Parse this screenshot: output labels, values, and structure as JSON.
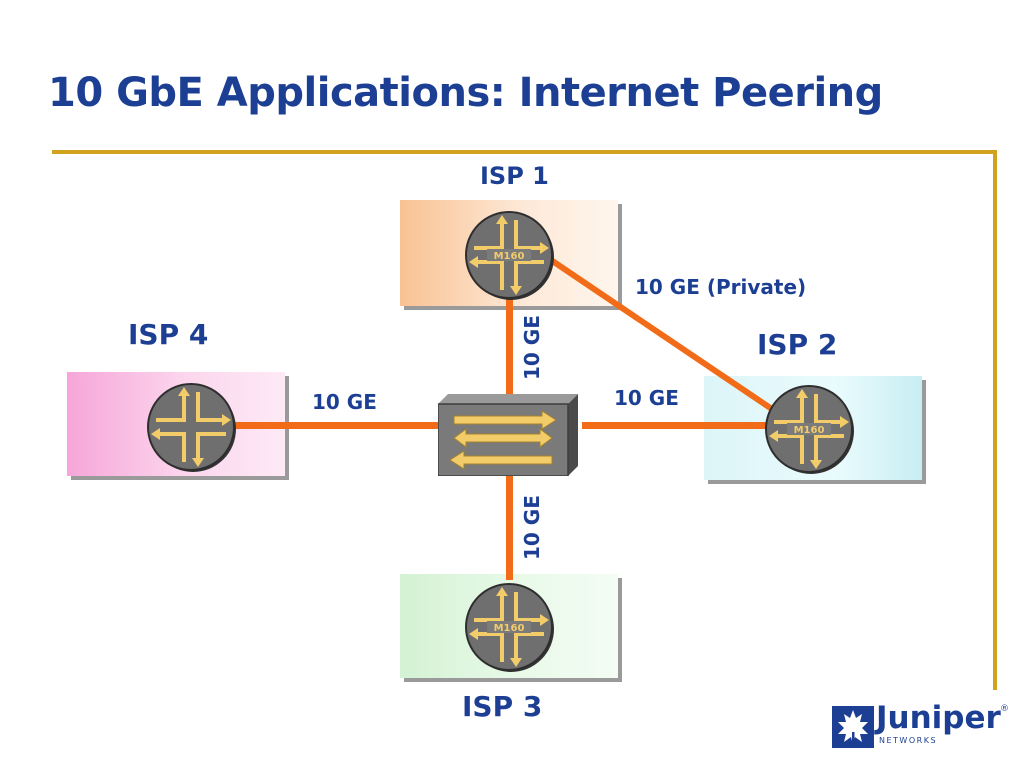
{
  "slide": {
    "title": "10 GbE Applications: Internet Peering"
  },
  "isps": {
    "isp1": {
      "label": "ISP 1",
      "router_model": "M160"
    },
    "isp2": {
      "label": "ISP 2",
      "router_model": "M160"
    },
    "isp3": {
      "label": "ISP 3",
      "router_model": "M160"
    },
    "isp4": {
      "label": "ISP 4",
      "router_model": ""
    }
  },
  "links": {
    "isp4_to_switch": "10 GE",
    "switch_to_isp2": "10 GE",
    "isp1_to_switch": "10 GE",
    "switch_to_isp3": "10 GE",
    "isp1_to_isp2_private": "10 GE (Private)"
  },
  "logo": {
    "name": "Juniper",
    "sub": "NETWORKS",
    "mark": "®"
  },
  "colors": {
    "title": "#1c3f94",
    "accent_rule": "#d1a21c",
    "link": "#f26b18",
    "isp1_fill": "#f9c293",
    "isp2_fill": "#dcf5f8",
    "isp3_fill": "#d4f2d4",
    "isp4_fill": "#f6a6d8",
    "router_body": "#6f6f6f",
    "router_arrows": "#f3cc6a"
  }
}
